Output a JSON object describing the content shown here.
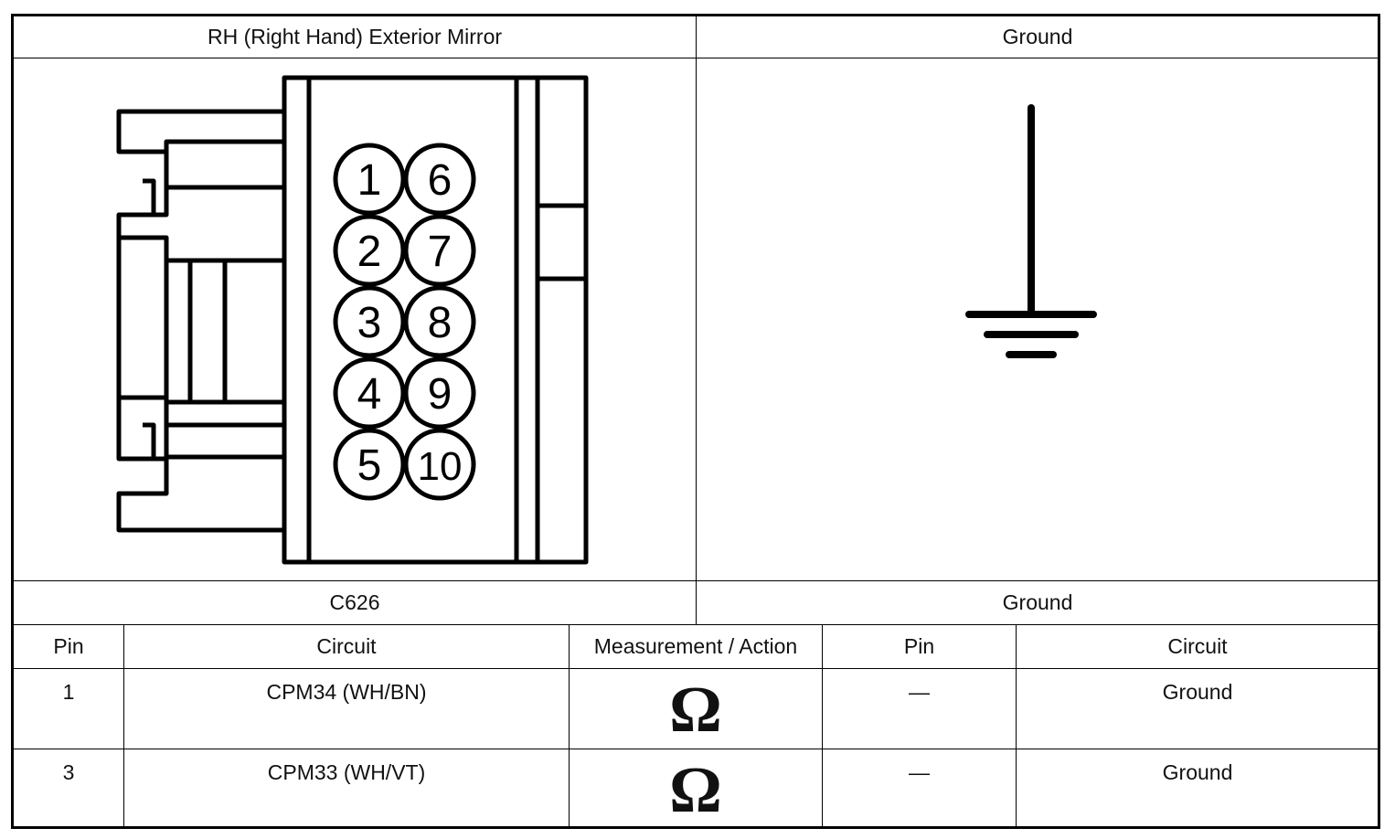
{
  "header": {
    "left_title": "RH (Right Hand) Exterior Mirror",
    "right_title": "Ground"
  },
  "connector": {
    "id": "C626",
    "pins": [
      {
        "number": "1"
      },
      {
        "number": "2"
      },
      {
        "number": "3"
      },
      {
        "number": "4"
      },
      {
        "number": "5"
      },
      {
        "number": "6"
      },
      {
        "number": "7"
      },
      {
        "number": "8"
      },
      {
        "number": "9"
      },
      {
        "number": "10"
      }
    ]
  },
  "ground_label": "Ground",
  "table": {
    "columns": [
      "Pin",
      "Circuit",
      "Measurement / Action",
      "Pin",
      "Circuit"
    ],
    "rows": [
      {
        "pin": "1",
        "circuit": "CPM34 (WH/BN)",
        "measurement": "Ω",
        "pin2": "—",
        "circuit2": "Ground"
      },
      {
        "pin": "3",
        "circuit": "CPM33 (WH/VT)",
        "measurement": "Ω",
        "pin2": "—",
        "circuit2": "Ground"
      }
    ]
  },
  "icons": {
    "ground_symbol": "ground-icon",
    "measurement": "ohm-icon"
  }
}
